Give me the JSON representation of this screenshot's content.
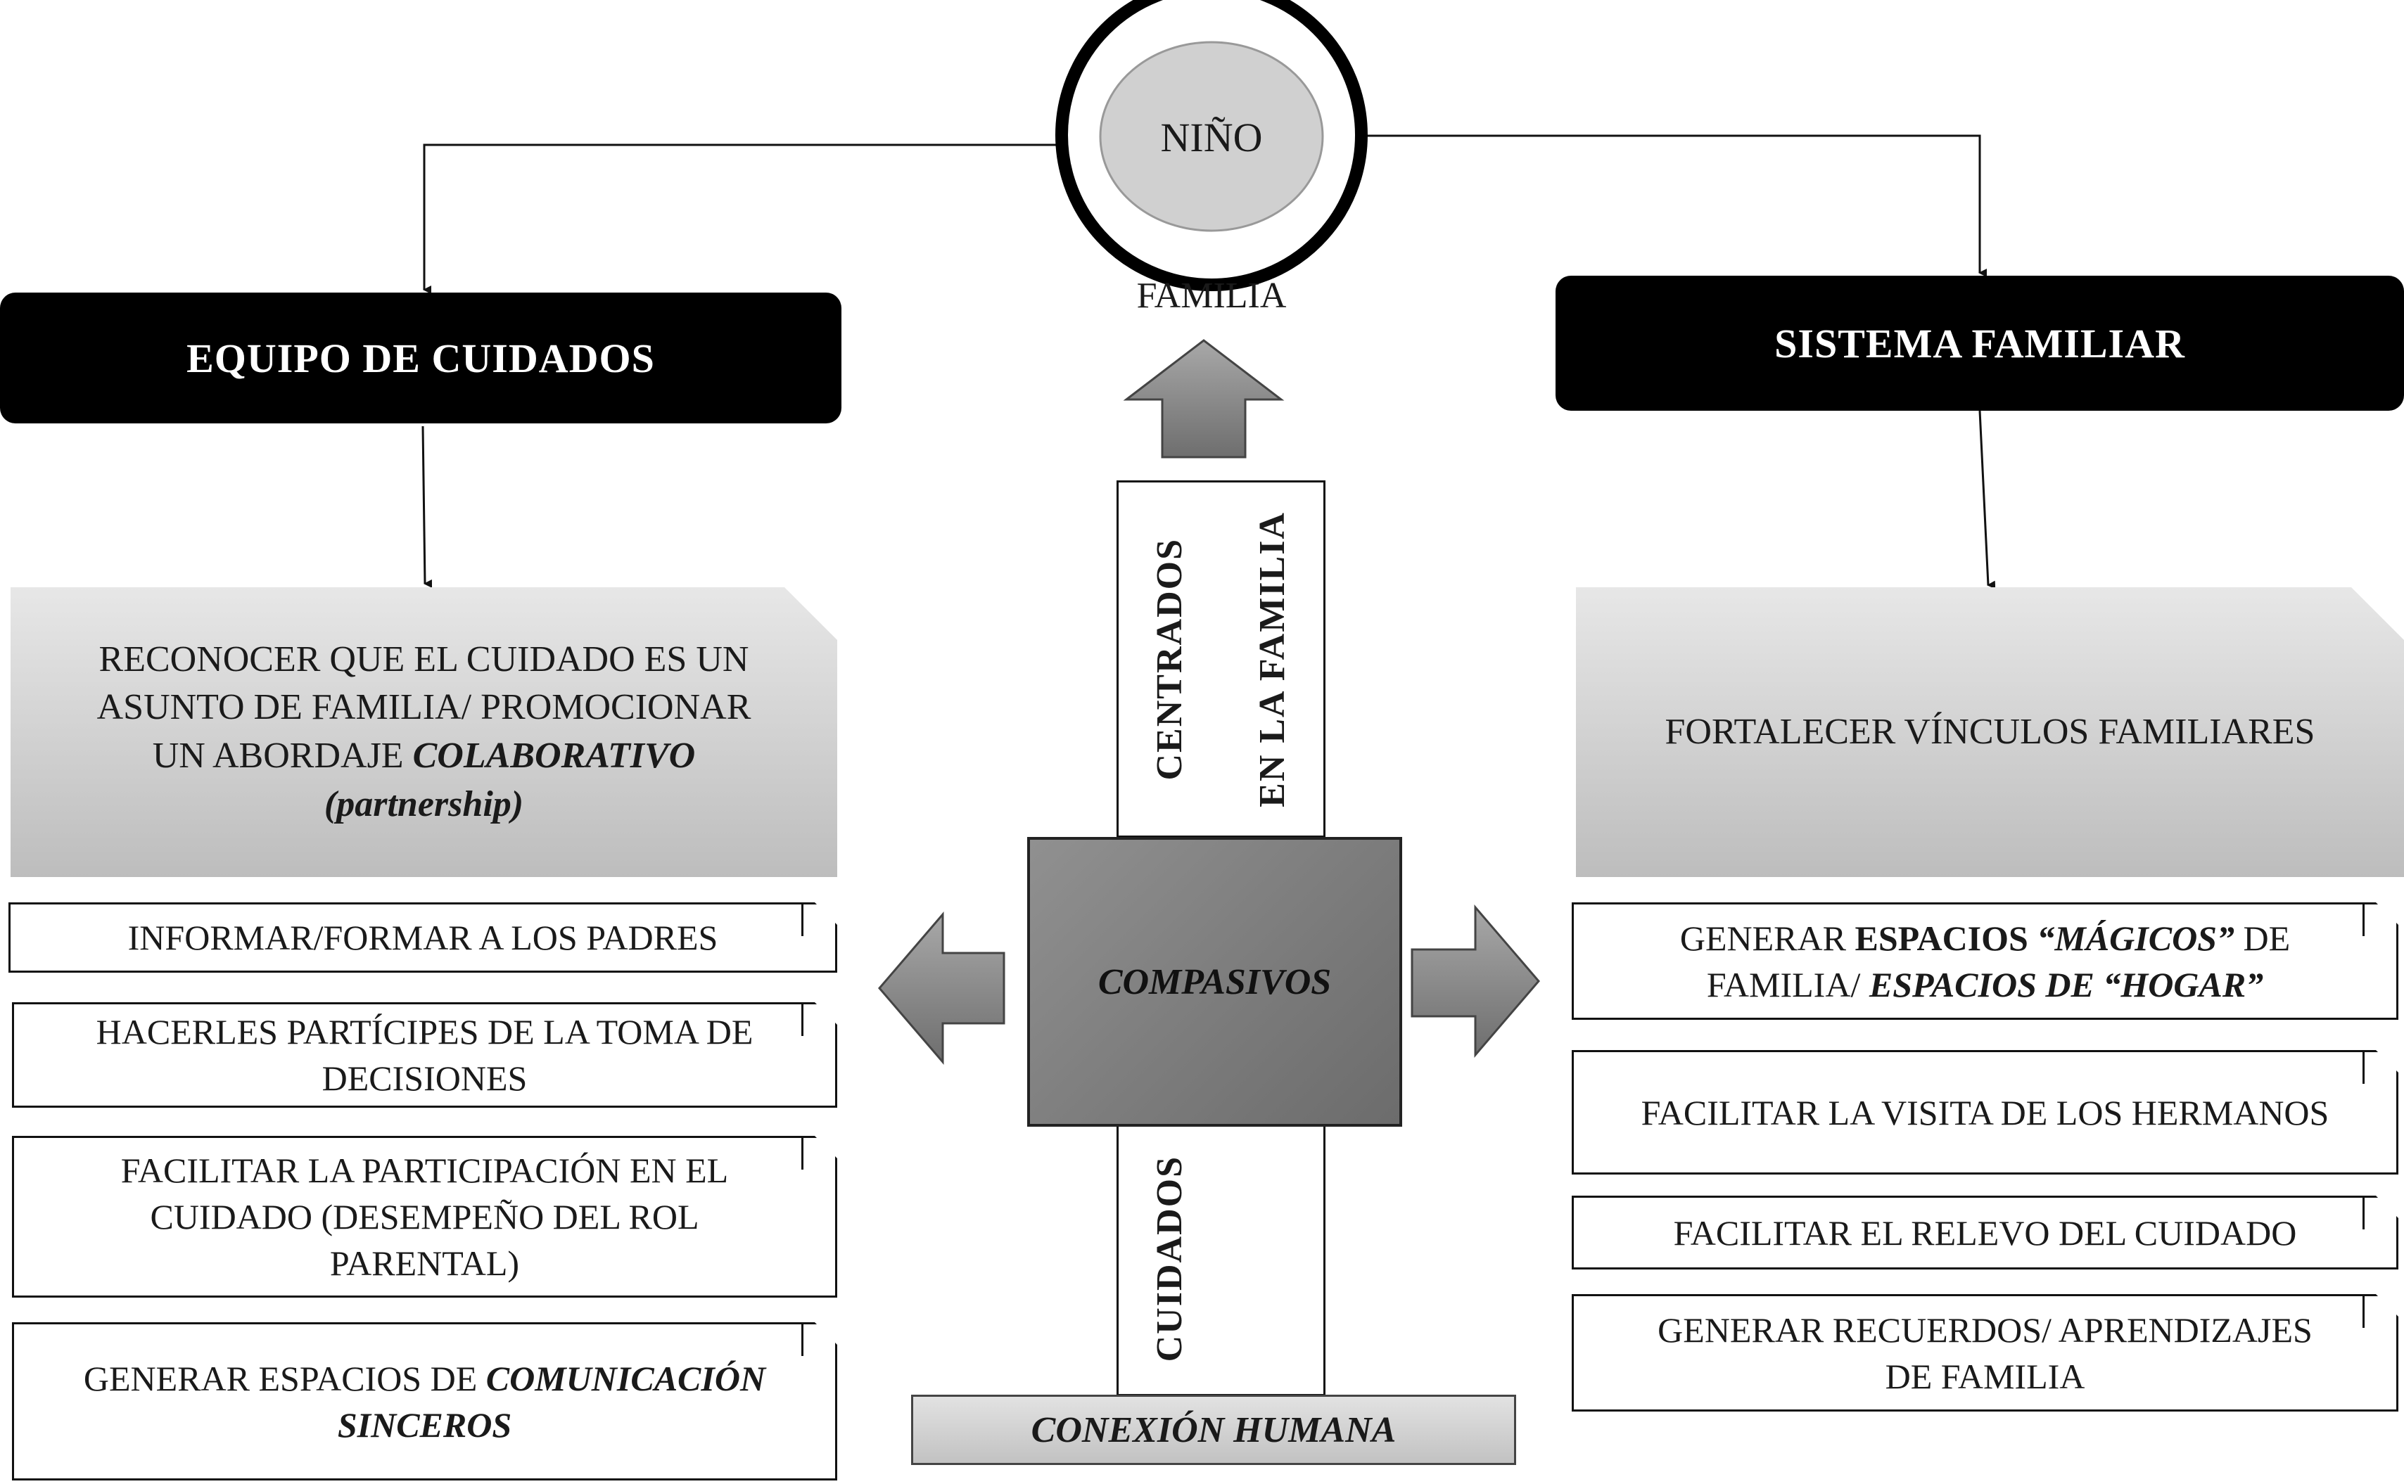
{
  "top": {
    "center_label": "NIÑO",
    "ring_label": "FAMILIA"
  },
  "left": {
    "header": "EQUIPO DE CUIDADOS",
    "main": {
      "line1": "RECONOCER QUE EL CUIDADO ES UN",
      "line2": "ASUNTO DE FAMILIA/ PROMOCIONAR",
      "line3_prefix": "UN ABORDAJE ",
      "line3_emph": "COLABORATIVO",
      "line4": "(partnership)"
    },
    "items": {
      "i1": "INFORMAR/FORMAR A LOS PADRES",
      "i2_l1": "HACERLES PARTÍCIPES DE LA TOMA DE",
      "i2_l2": "DECISIONES",
      "i3_l1": "FACILITAR LA PARTICIPACIÓN EN EL",
      "i3_l2": "CUIDADO (DESEMPEÑO DEL ROL",
      "i3_l3": "PARENTAL)",
      "i4_prefix": "GENERAR ESPACIOS DE ",
      "i4_emph1": "COMUNICACIÓN",
      "i4_emph2": "SINCEROS"
    }
  },
  "center": {
    "col_left": "CENTRADOS",
    "col_right": "EN LA FAMILIA",
    "core": "COMPASIVOS",
    "bottom_vertical": "CUIDADOS",
    "foundation": "CONEXIÓN HUMANA"
  },
  "right": {
    "header": "SISTEMA FAMILIAR",
    "main": "FORTALECER VÍNCULOS FAMILIARES",
    "items": {
      "r1_a": "GENERAR ",
      "r1_b": "ESPACIOS ",
      "r1_c": "“MÁGICOS”",
      "r1_d": " DE",
      "r1_e": "FAMILIA/ ",
      "r1_f": "ESPACIOS DE “HOGAR”",
      "r2": "FACILITAR LA VISITA DE LOS HERMANOS",
      "r3": "FACILITAR EL RELEVO DEL CUIDADO",
      "r4_l1": "GENERAR RECUERDOS/ APRENDIZAJES",
      "r4_l2": "DE FAMILIA"
    }
  },
  "colors": {
    "header_bg": "#000000",
    "core_fill": "#808080",
    "arrow_fill": "#8a8a8a"
  }
}
